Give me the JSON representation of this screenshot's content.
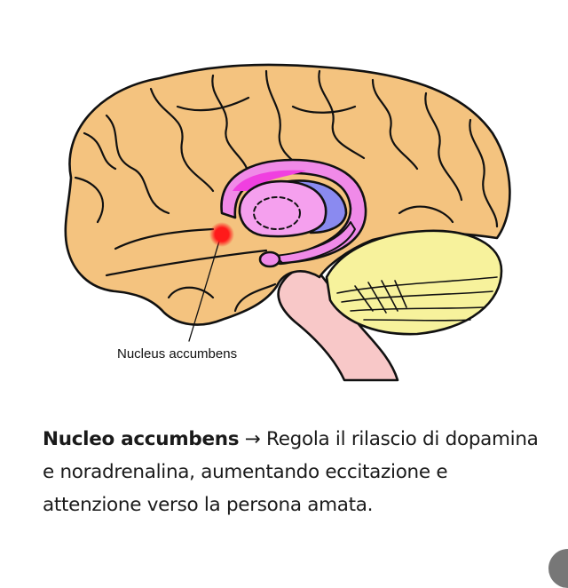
{
  "diagram": {
    "label": "Nucleus accumbens",
    "colors": {
      "cortex": "#F4C37F",
      "cingulate": "#F08AE8",
      "corpus_callosum": "#F040E0",
      "ventricle": "#8A8AF0",
      "thalamus": "#F5A0EE",
      "cerebellum": "#F7F29C",
      "brainstem": "#F8C8C8",
      "marker": "#FF1A1A"
    }
  },
  "caption": {
    "term": "Nucleo accumbens",
    "arrow": "→",
    "text": "Regola il rilascio di dopamina e noradrenalina, aumentando eccitazione e attenzione verso la persona amata."
  }
}
